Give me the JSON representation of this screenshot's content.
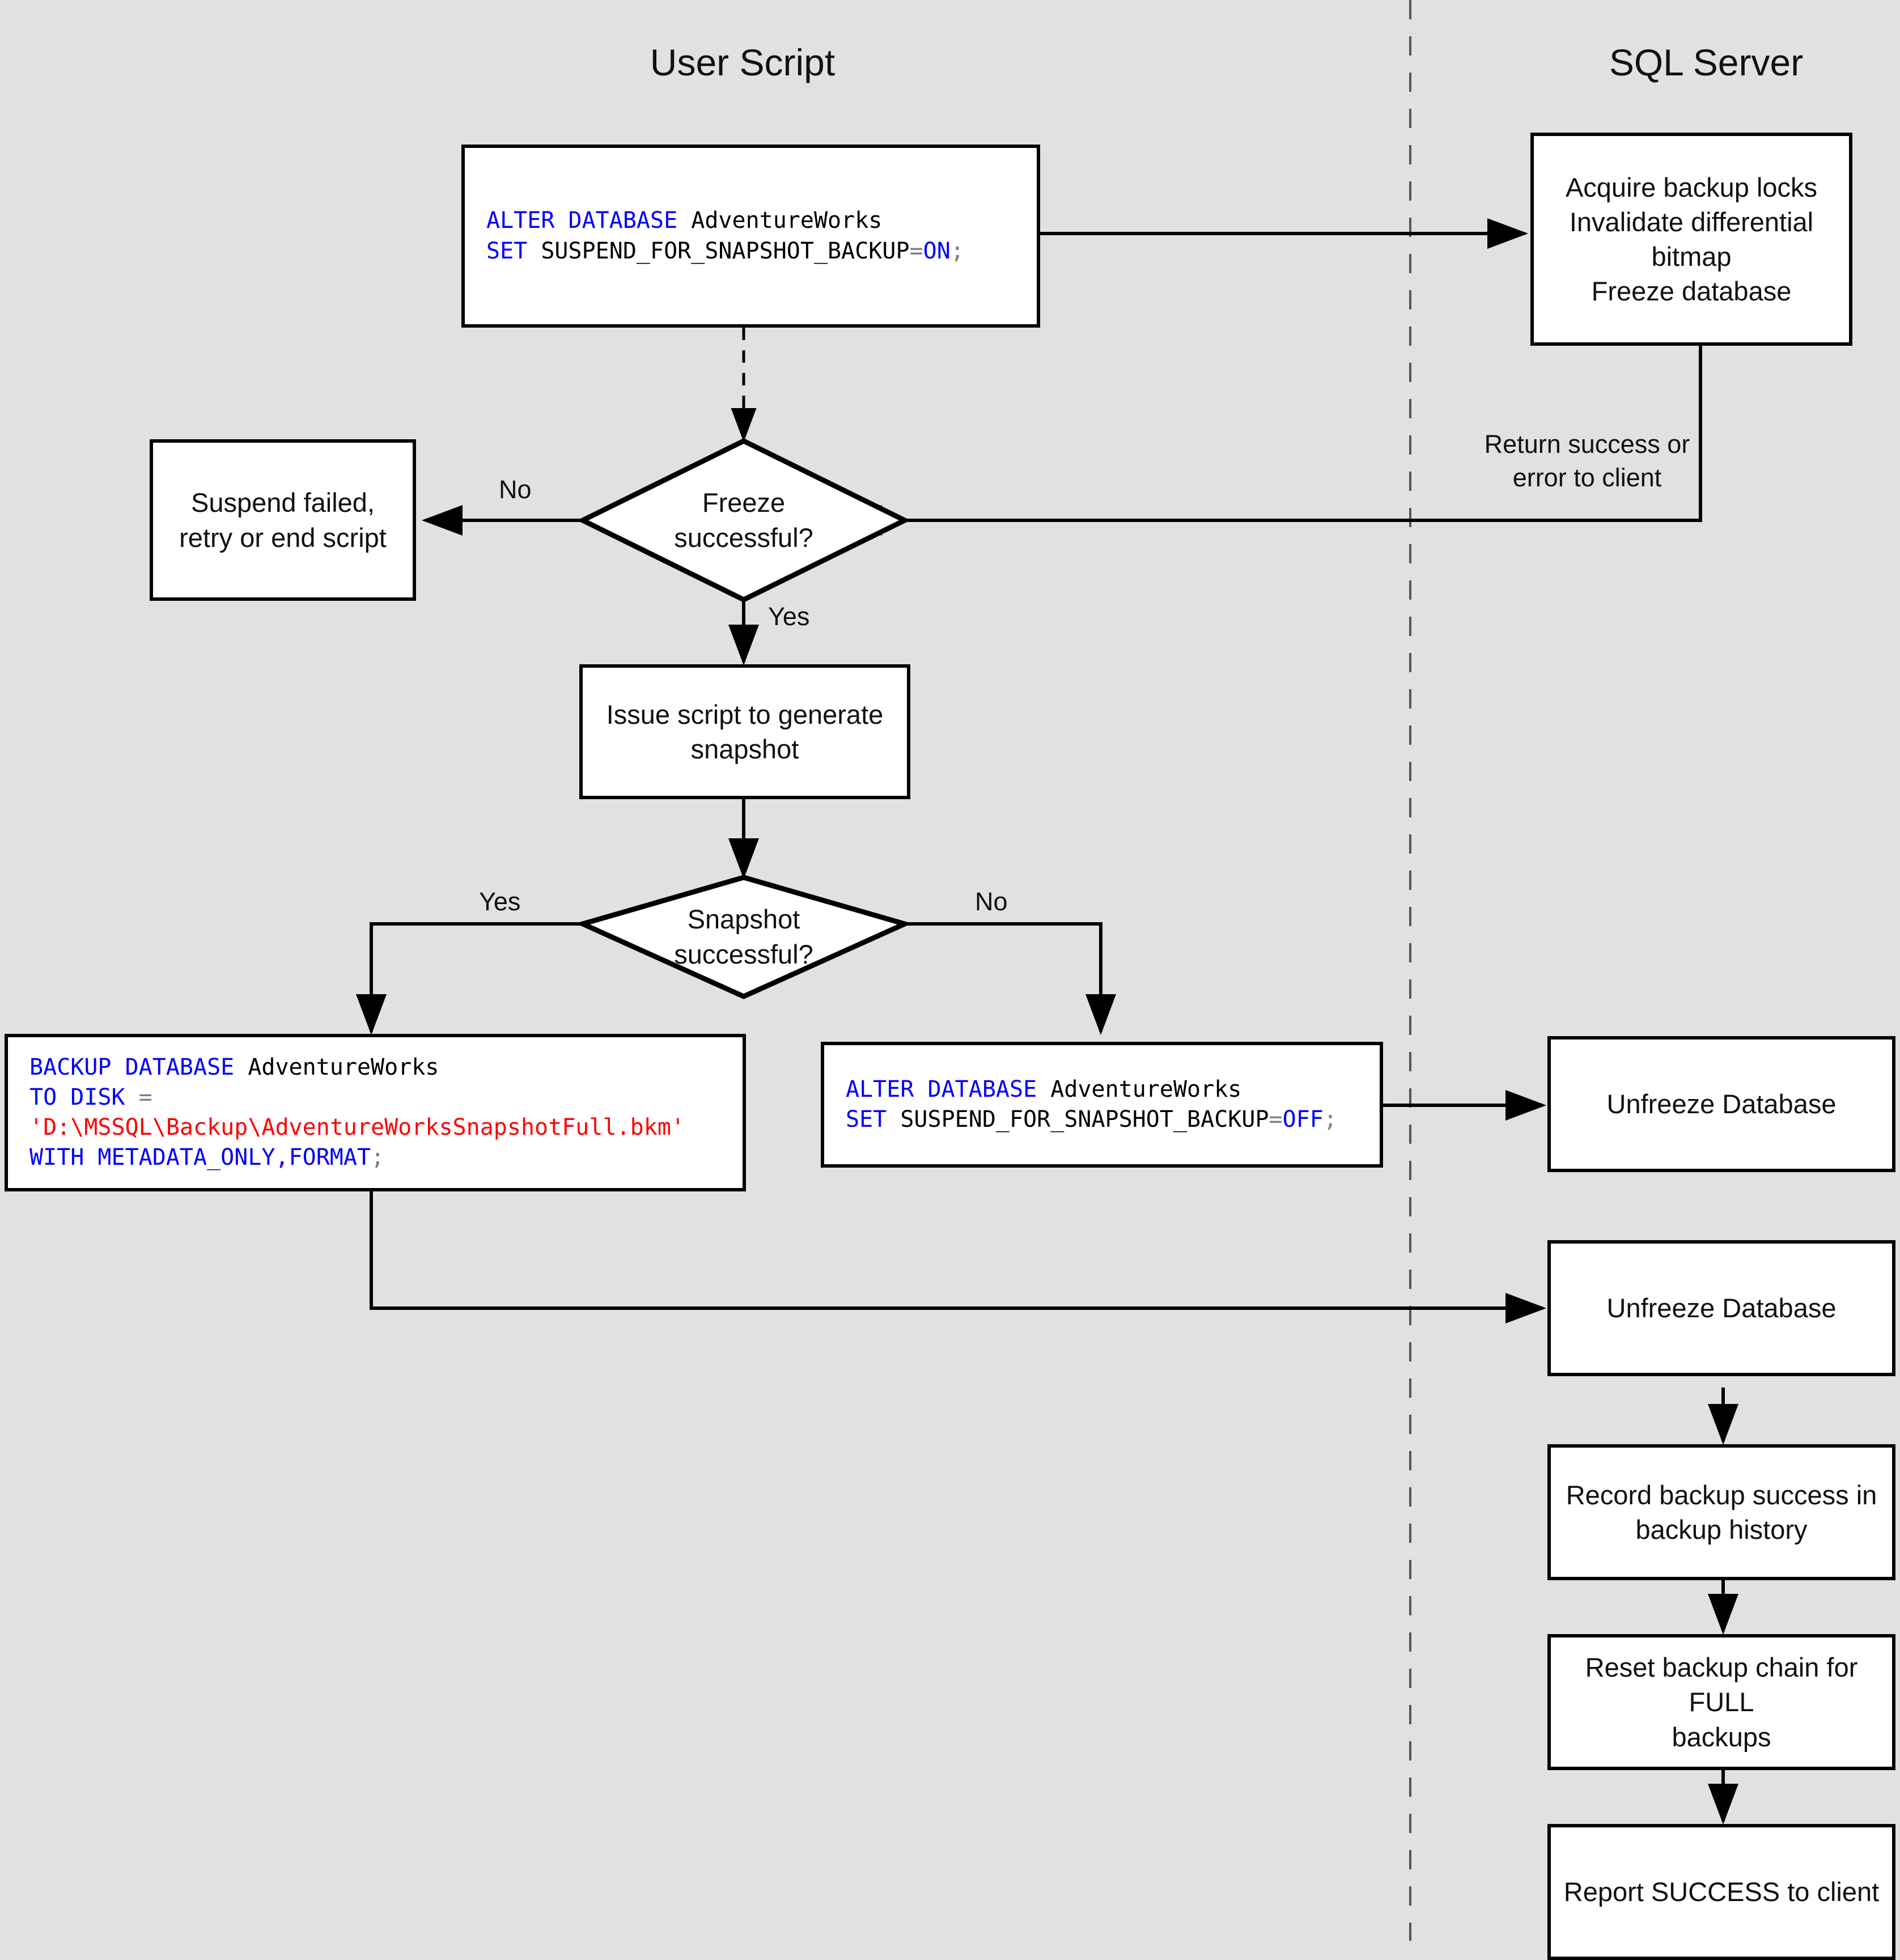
{
  "diagram": {
    "title": "SQL Server snapshot backup flow",
    "background_color": "#e1e1e1",
    "lanes": [
      {
        "id": "user-script",
        "label": "User Script"
      },
      {
        "id": "sql-server",
        "label": "SQL Server"
      }
    ],
    "colors": {
      "keyword": "#0000ff",
      "string": "#ff0000",
      "operator": "#808080",
      "plain": "#000000",
      "node_border": "#000000",
      "node_fill": "#ffffff"
    }
  },
  "nodes": {
    "alter_on": {
      "name": "alter-database-suspend-on",
      "lines": [
        [
          {
            "t": "ALTER DATABASE ",
            "c": "kw"
          },
          {
            "t": "AdventureWorks",
            "c": "pl"
          }
        ],
        [
          {
            "t": "SET ",
            "c": "kw"
          },
          {
            "t": "SUSPEND_FOR_SNAPSHOT_BACKUP",
            "c": "pl"
          },
          {
            "t": "=",
            "c": "op"
          },
          {
            "t": "ON",
            "c": "kw"
          },
          {
            "t": ";",
            "c": "op"
          }
        ]
      ]
    },
    "acquire_locks": {
      "text": "Acquire backup locks\nInvalidate differential\nbitmap\nFreeze database"
    },
    "suspend_failed": {
      "text": "Suspend failed,\nretry or end script"
    },
    "freeze_decision": {
      "text": "Freeze\nsuccessful?"
    },
    "issue_script": {
      "text": "Issue script to generate\nsnapshot"
    },
    "snapshot_decision": {
      "text": "Snapshot\nsuccessful?"
    },
    "backup_database": {
      "name": "backup-database-metadata-only",
      "lines": [
        [
          {
            "t": "BACKUP DATABASE ",
            "c": "kw"
          },
          {
            "t": "AdventureWorks",
            "c": "pl"
          }
        ],
        [
          {
            "t": "TO DISK ",
            "c": "kw"
          },
          {
            "t": "=",
            "c": "op"
          }
        ],
        [
          {
            "t": "'D:\\MSSQL\\Backup\\AdventureWorksSnapshotFull.bkm'",
            "c": "str"
          }
        ],
        [
          {
            "t": "WITH METADATA_ONLY,FORMAT",
            "c": "kw"
          },
          {
            "t": ";",
            "c": "op"
          }
        ]
      ]
    },
    "alter_off": {
      "name": "alter-database-suspend-off",
      "lines": [
        [
          {
            "t": "ALTER DATABASE ",
            "c": "kw"
          },
          {
            "t": "AdventureWorks",
            "c": "pl"
          }
        ],
        [
          {
            "t": "SET ",
            "c": "kw"
          },
          {
            "t": "SUSPEND_FOR_SNAPSHOT_BACKUP",
            "c": "pl"
          },
          {
            "t": "=",
            "c": "op"
          },
          {
            "t": "OFF",
            "c": "kw"
          },
          {
            "t": ";",
            "c": "op"
          }
        ]
      ]
    },
    "unfreeze_1": {
      "text": "Unfreeze Database"
    },
    "unfreeze_2": {
      "text": "Unfreeze Database"
    },
    "record_history": {
      "text": "Record backup success in\nbackup history"
    },
    "reset_chain": {
      "text": "Reset backup chain for FULL\nbackups"
    },
    "report_success": {
      "text": "Report SUCCESS to client"
    }
  },
  "edge_labels": {
    "return_status": "Return success or\nerror to client",
    "freeze_no": "No",
    "freeze_yes": "Yes",
    "snapshot_yes": "Yes",
    "snapshot_no": "No"
  }
}
